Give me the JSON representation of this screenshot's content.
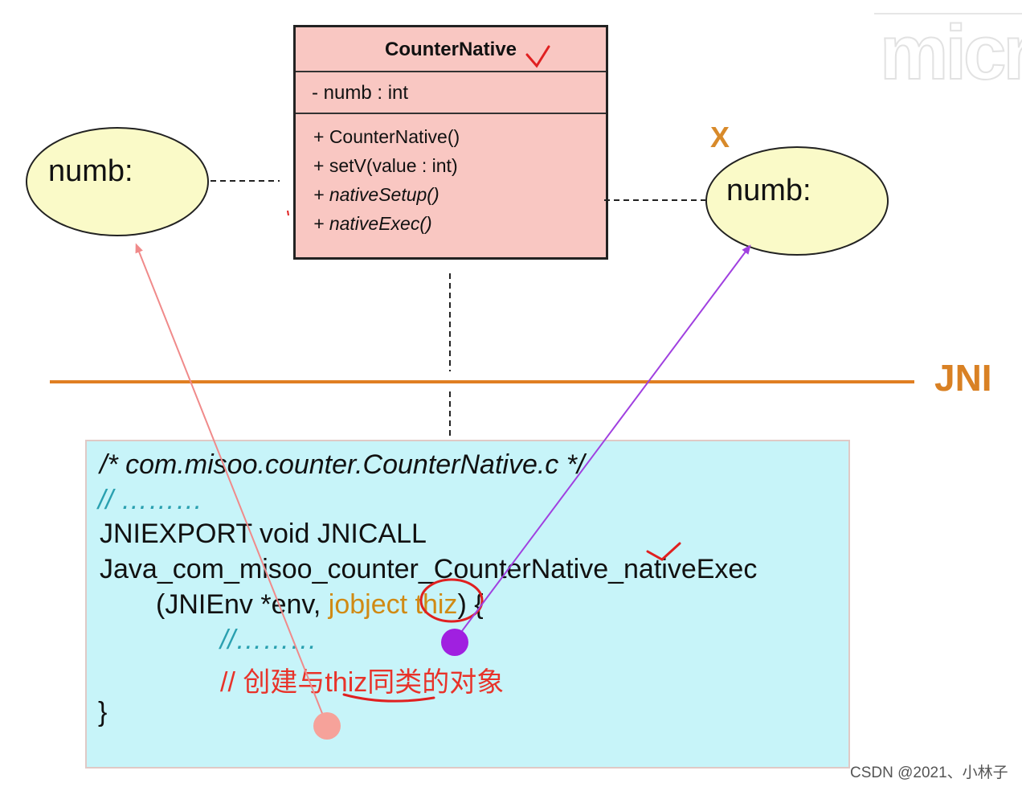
{
  "watermark": {
    "text": "micr"
  },
  "uml_class": {
    "name": "CounterNative",
    "attributes": [
      "- numb : int"
    ],
    "methods": [
      {
        "label": "+ CounterNative()",
        "italic": false
      },
      {
        "label": "+ setV(value : int)",
        "italic": false
      },
      {
        "label": "+ nativeSetup()",
        "italic": true
      },
      {
        "label": "+ nativeExec()",
        "italic": true
      }
    ]
  },
  "objects": {
    "left_label": "numb:",
    "right_label": "numb:",
    "right_mark": "X"
  },
  "boundary": {
    "label": "JNI",
    "color": "#e07f22"
  },
  "code": {
    "file_comment": "/*  com.misoo.counter.CounterNative.c   */",
    "comment1": "// ………",
    "line_export": "JNIEXPORT void JNICALL",
    "line_func": "Java_com_misoo_counter_CounterNative_nativeExec",
    "params_prefix": "(JNIEnv *env, ",
    "params_type": "jobject",
    "params_name": "thiz",
    "params_suffix": ") {",
    "comment2": "//………",
    "comment3_prefix": "// 创建与",
    "comment3_thiz": "thiz",
    "comment3_suffix": "同类的对象",
    "close_brace": "}"
  },
  "colors": {
    "class_fill": "#f9c7c2",
    "object_fill": "#fafac8",
    "code_bg": "#c7f4f9",
    "arrow_pink": "#f08a8a",
    "arrow_purple": "#a040e0",
    "annotation_red": "#e02020"
  },
  "footer": {
    "credit": "CSDN @2021、小林子"
  }
}
